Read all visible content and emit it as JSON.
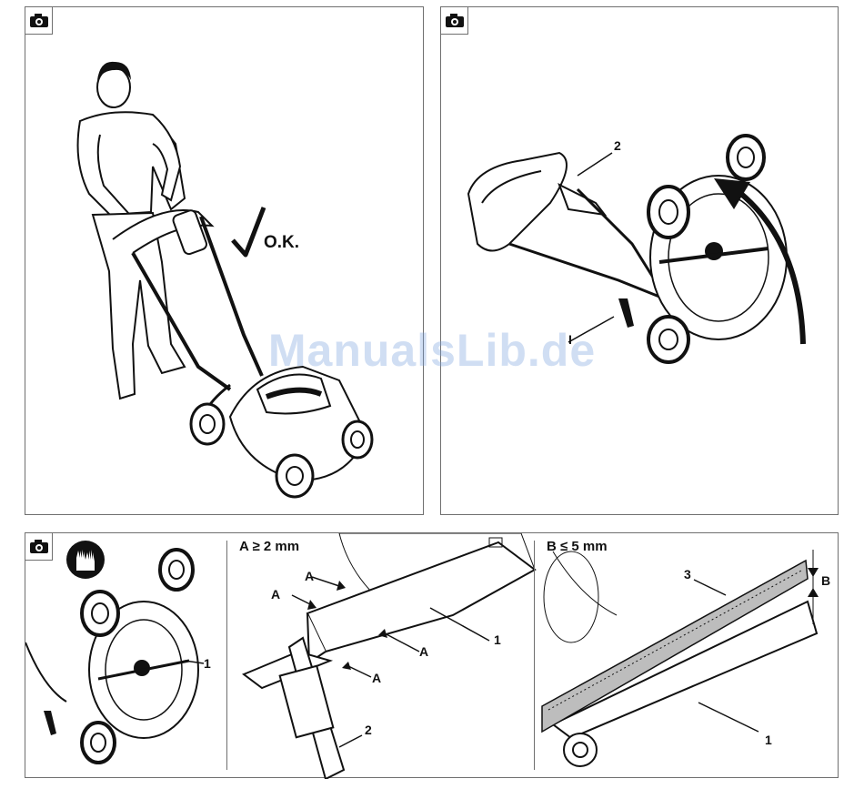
{
  "watermark": "ManualsLib.de",
  "panel_top_left": {
    "ok_label": "O.K."
  },
  "panel_top_right": {
    "callout_2": "2",
    "callout_i": "I"
  },
  "panel_bottom": {
    "callout_left_1": "1",
    "section_a": {
      "header": "A ≥ 2 mm",
      "callout_a": "A",
      "callout_1": "1",
      "callout_2": "2"
    },
    "section_b": {
      "header": "B ≤ 5 mm",
      "callout_3": "3",
      "callout_b": "B",
      "callout_1": "1"
    }
  },
  "icons": [
    "camera-icon",
    "gloves-icon",
    "checkmark-icon",
    "arrow-icon"
  ]
}
